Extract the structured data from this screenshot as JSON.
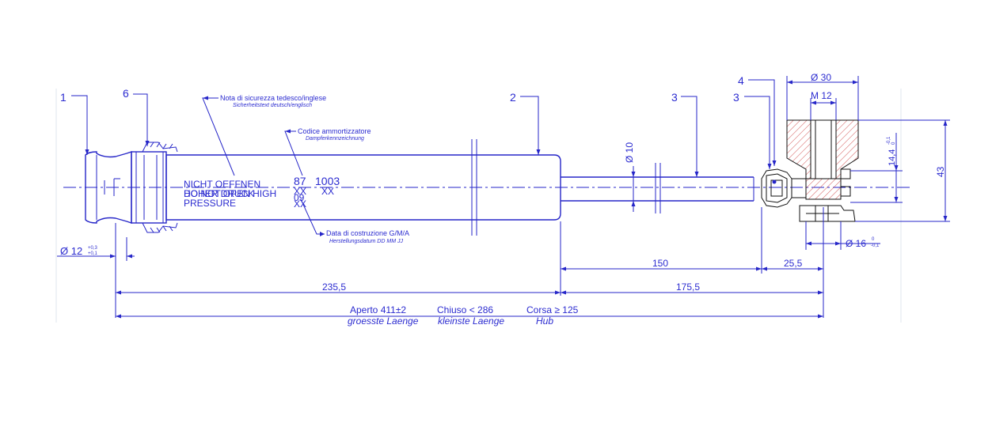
{
  "callouts": {
    "c1": "1",
    "c6": "6",
    "c2": "2",
    "c3a": "3",
    "c3b": "3",
    "c4": "4"
  },
  "notes": {
    "safety_it": "Nota di sicurezza tedesco/inglese",
    "safety_de": "Sicherheitstext deutsch/englisch",
    "code_it": "Codice ammortizzatore",
    "code_de": "Dampferkennzeichnung",
    "date_it": "Data di costruzione G/M/A",
    "date_de": "Herstellungsdatum  DD  MM  JJ"
  },
  "body_text": {
    "line1": "NICHT OEFFNEN",
    "line2a": "HOHER DRUCK",
    "line2b": "DO NOT OPEN HIGH",
    "line3": "PRESSURE",
    "code_a": "87",
    "code_b": "1003",
    "code_xx1": "XX",
    "code_xx2": "XX",
    "date_a": "09",
    "date_b": "XX"
  },
  "dimensions": {
    "d12": "Ø  12",
    "d12_tol_top": "+0,3",
    "d12_tol_bot": "+0,1",
    "d10": "Ø 10",
    "d30": "Ø  30",
    "m12": "M  12",
    "d144": "14,4",
    "d144_tol_top": "-0,1",
    "d144_tol_bot": "0",
    "h43": "43",
    "d16": "Ø  16",
    "d16_tol_top": "0",
    "d16_tol_bot": "-0,1",
    "l150": "150",
    "l255": "25,5",
    "l2355": "235,5",
    "l1755": "175,5"
  },
  "lengths": {
    "open": "Aperto 411±2",
    "open_de": "groesste Laenge",
    "closed": "Chiuso  <  286",
    "closed_de": "kleinste Laenge",
    "stroke": "Corsa  ≥ 125",
    "stroke_de": "Hub"
  },
  "colors": {
    "line": "#2626c8",
    "text": "#2b2bd0",
    "hatch": "#d05050"
  }
}
